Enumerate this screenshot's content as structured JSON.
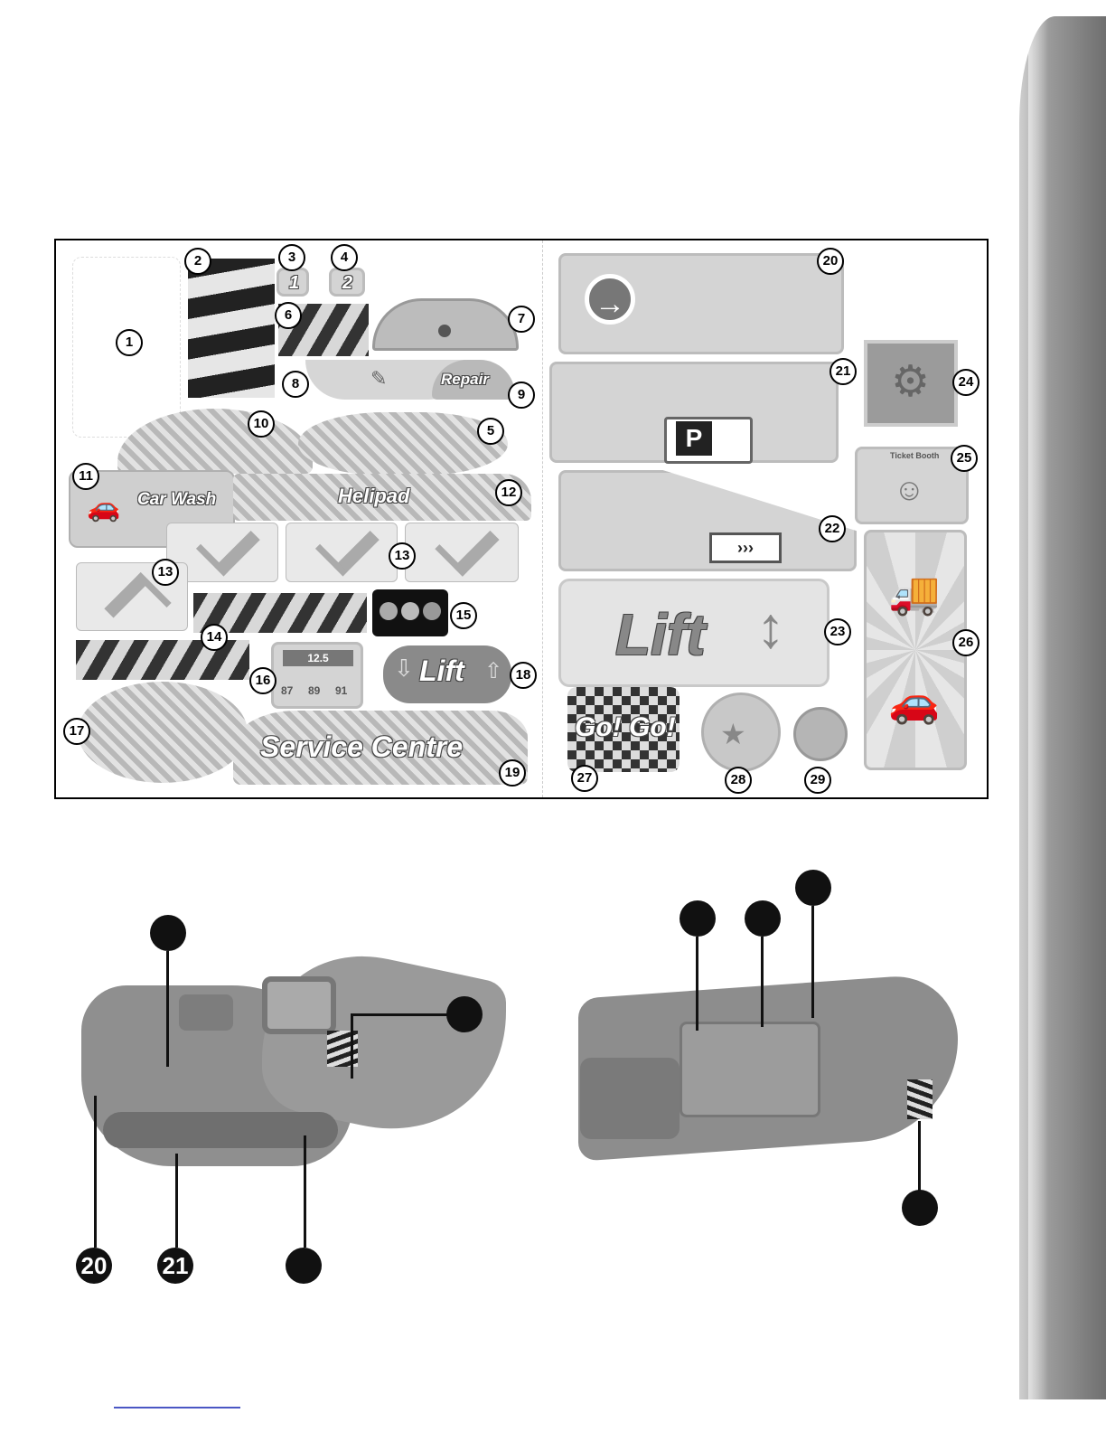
{
  "page": {
    "background": "#ffffff",
    "accent": "#4a57c4"
  },
  "sheet": {
    "numbers": [
      "1",
      "2",
      "3",
      "4",
      "5",
      "6",
      "7",
      "8",
      "9",
      "10",
      "11",
      "12",
      "13",
      "13",
      "14",
      "15",
      "16",
      "17",
      "18",
      "19",
      "20",
      "21",
      "22",
      "23",
      "24",
      "25",
      "26",
      "27",
      "28",
      "29"
    ],
    "labels": {
      "car_wash": "Car Wash",
      "helipad": "Helipad",
      "repair": "Repair",
      "lift_small": "Lift",
      "lift_large": "Lift",
      "service_centre": "Service Centre",
      "go_go": "Go! Go!",
      "parking": "P",
      "ticket_booth": "Ticket Booth",
      "number_1": "1",
      "number_2": "2",
      "fuel_price": "12.5",
      "fuel_grades": [
        "87",
        "89",
        "91"
      ]
    }
  },
  "figures": {
    "left_callouts": [
      "20",
      "21",
      ""
    ],
    "left_blank_callouts": 2,
    "right_blank_callouts": 4
  }
}
